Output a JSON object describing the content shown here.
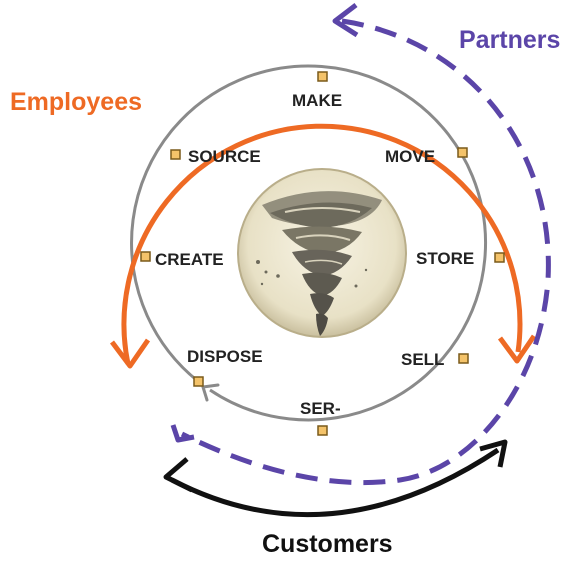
{
  "diagram": {
    "groups": {
      "employees": {
        "label": "Employees",
        "color": "#ee6a24"
      },
      "partners": {
        "label": "Partners",
        "color": "#5b45a8"
      },
      "customers": {
        "label": "Customers",
        "color": "#111111"
      }
    },
    "stages": [
      {
        "id": "make",
        "label": "MAKE"
      },
      {
        "id": "move",
        "label": "MOVE"
      },
      {
        "id": "store",
        "label": "STORE"
      },
      {
        "id": "sell",
        "label": "SELL"
      },
      {
        "id": "service",
        "label": "SER-"
      },
      {
        "id": "dispose",
        "label": "DISPOSE"
      },
      {
        "id": "create",
        "label": "CREATE"
      },
      {
        "id": "source",
        "label": "SOURCE"
      }
    ],
    "center_icon": "tornado-icon",
    "colors": {
      "ring": "#8a8a8a",
      "node_fill": "#f4c36a",
      "node_stroke": "#7a5a1a",
      "disc_fill": "#efe9d2"
    }
  }
}
